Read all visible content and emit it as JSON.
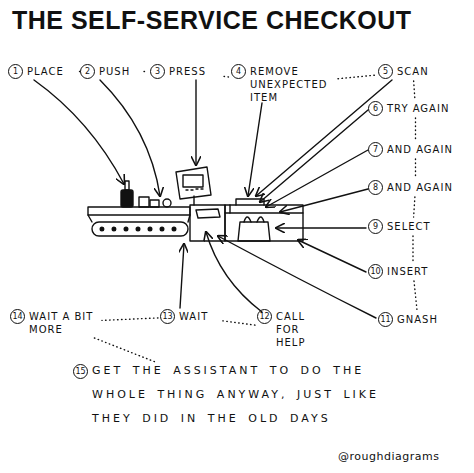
{
  "diagram": {
    "title": "THE SELF-SERVICE CHECKOUT",
    "nodes": [
      {
        "text": [
          "1",
          "PLACE"
        ]
      },
      {
        "text": [
          "2",
          "PUSH"
        ]
      },
      {
        "text": [
          "3",
          "PRESS"
        ]
      },
      {
        "text": [
          "4",
          "REMOVE UNEXPECTED ITEM"
        ]
      },
      {
        "text": [
          "5",
          "SCAN"
        ]
      },
      {
        "text": [
          "6",
          "TRY AGAIN"
        ]
      },
      {
        "text": [
          "7",
          "AND AGAIN"
        ]
      },
      {
        "text": [
          "8",
          "AND AGAIN"
        ]
      },
      {
        "text": [
          "9",
          "SELECT"
        ]
      },
      {
        "text": [
          "10",
          "INSERT"
        ]
      },
      {
        "text": [
          "11",
          "GNASH"
        ]
      },
      {
        "text": [
          "12",
          "CALL FOR HELP"
        ]
      },
      {
        "text": [
          "13",
          "WAIT"
        ]
      },
      {
        "text": [
          "14",
          "WAIT A BIT MORE"
        ]
      },
      {
        "text": [
          "15",
          "GET THE ASSISTANT TO DO THE WHOLE THING ANYWAY, JUST LIKE THEY DID IN THE OLD DAYS"
        ]
      }
    ],
    "edges": [
      {
        "from": 0,
        "to": 1,
        "arrow": "none"
      },
      {
        "from": 1,
        "to": 2,
        "arrow": "none"
      },
      {
        "from": 2,
        "to": 3,
        "arrow": "none"
      },
      {
        "from": 3,
        "to": 4,
        "arrow": "none"
      },
      {
        "from": 4,
        "to": 5,
        "arrow": "none"
      },
      {
        "from": 5,
        "to": 6,
        "arrow": "none"
      },
      {
        "from": 6,
        "to": 7,
        "arrow": "none"
      },
      {
        "from": 7,
        "to": 8,
        "arrow": "none"
      },
      {
        "from": 8,
        "to": 9,
        "arrow": "none"
      },
      {
        "from": 9,
        "to": 10,
        "arrow": "none"
      },
      {
        "from": 11,
        "to": 12,
        "arrow": "none"
      },
      {
        "from": 12,
        "to": 13,
        "arrow": "none"
      },
      {
        "from": 13,
        "to": 14,
        "arrow": "none"
      }
    ],
    "labels": [
      "@roughdiagrams"
    ]
  }
}
